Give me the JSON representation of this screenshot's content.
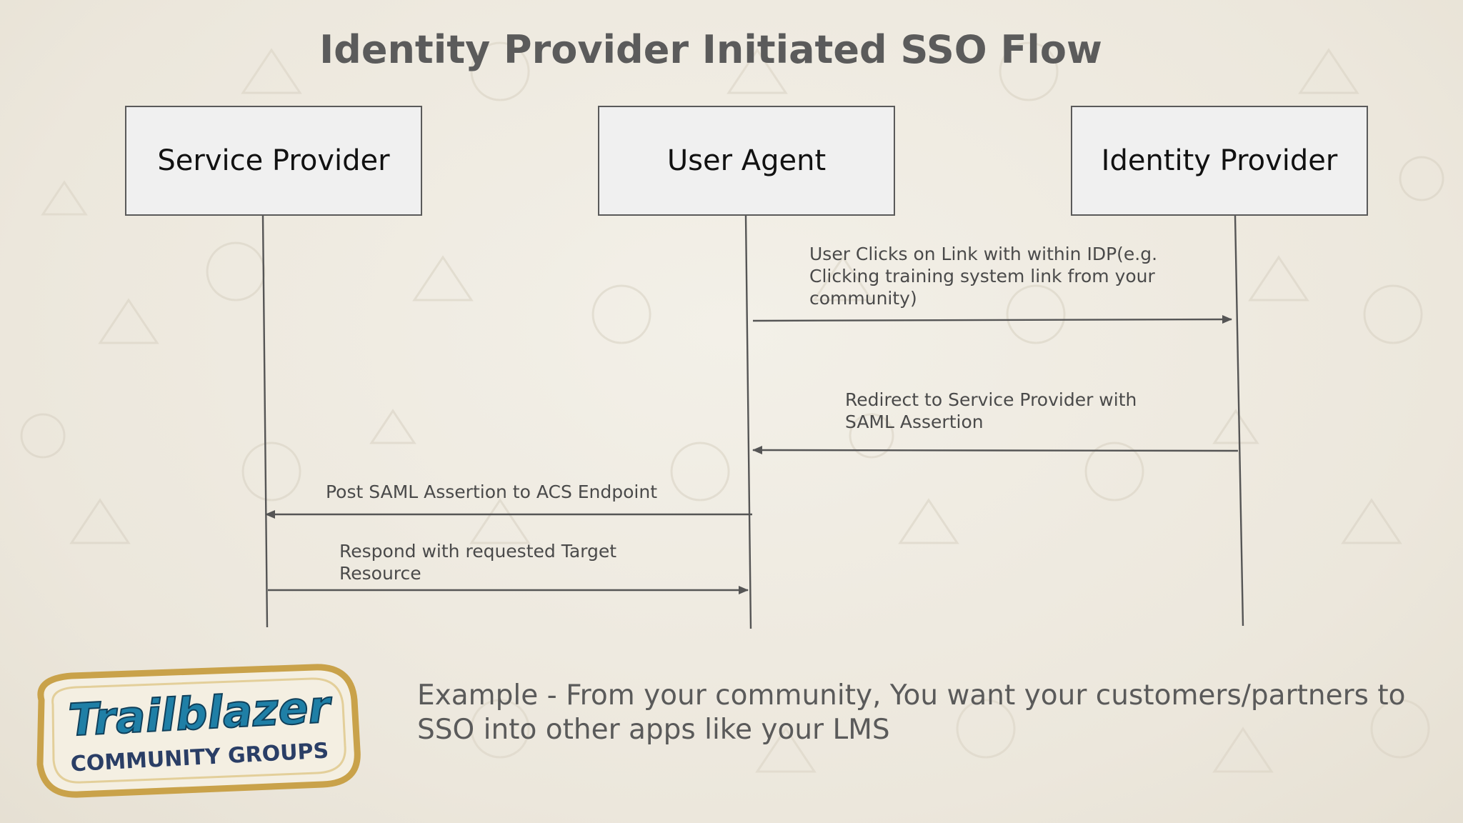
{
  "title": "Identity Provider Initiated SSO Flow",
  "actors": {
    "service_provider": "Service Provider",
    "user_agent": "User Agent",
    "identity_provider": "Identity Provider"
  },
  "messages": [
    {
      "text": "User Clicks on Link with within IDP(e.g. Clicking training system link from your community)"
    },
    {
      "text": "Redirect to Service Provider with SAML Assertion"
    },
    {
      "text": "Post SAML Assertion to ACS Endpoint"
    },
    {
      "text": "Respond with requested Target Resource"
    }
  ],
  "example": "Example - From your community, You want your customers/partners to SSO into other apps like your LMS",
  "logo": {
    "name": "Trailblazer",
    "subtitle": "COMMUNITY GROUPS",
    "colors": {
      "border": "#c9a24a",
      "primary": "#1f7fa6",
      "text": "#2a3e66"
    }
  },
  "colors": {
    "line": "#555555",
    "box_fill": "#f0f0f0",
    "background": "#efebe2"
  }
}
